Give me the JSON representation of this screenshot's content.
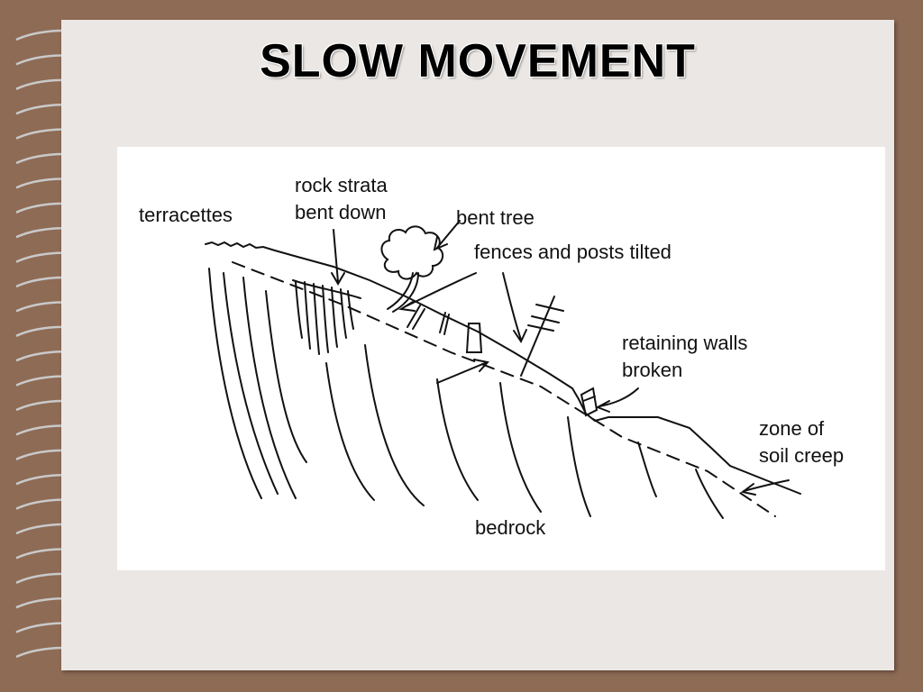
{
  "slide": {
    "title": "SLOW MOVEMENT"
  },
  "diagram": {
    "labels": {
      "terracettes": "terracettes",
      "rock_strata_line1": "rock strata",
      "rock_strata_line2": "bent down",
      "bent_tree": "bent tree",
      "fences_posts": "fences and posts tilted",
      "retaining_walls_line1": "retaining walls",
      "retaining_walls_line2": "broken",
      "zone_line1": "zone of",
      "zone_line2": "soil creep",
      "bedrock": "bedrock"
    }
  },
  "colors": {
    "background": "#8e6b55",
    "page": "#ebe7e4",
    "ink": "#111111"
  }
}
